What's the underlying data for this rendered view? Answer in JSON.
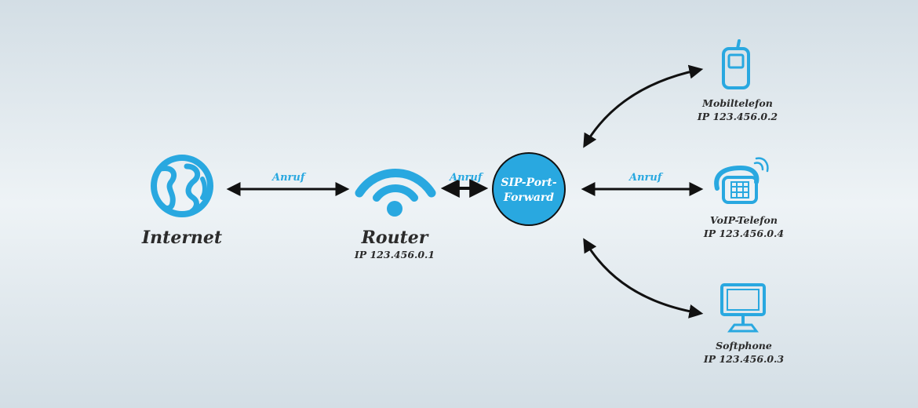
{
  "colors": {
    "accent": "#29a8e0",
    "text": "#2b2b2b",
    "arrow": "#111111"
  },
  "nodes": {
    "internet": {
      "label": "Internet",
      "icon": "globe-icon"
    },
    "router": {
      "label": "Router",
      "ip": "IP 123.456.0.1",
      "icon": "wifi-icon"
    },
    "sip": {
      "line1": "SIP-Port-",
      "line2": "Forward"
    },
    "mobile": {
      "label": "Mobiltelefon",
      "ip": "IP 123.456.0.2",
      "icon": "mobile-phone-icon"
    },
    "voip": {
      "label": "VoIP-Telefon",
      "ip": "IP 123.456.0.4",
      "icon": "desk-phone-icon"
    },
    "softphone": {
      "label": "Softphone",
      "ip": "IP 123.456.0.3",
      "icon": "monitor-icon"
    }
  },
  "edges": {
    "internet_router": "Anruf",
    "router_sip": "Anruf",
    "sip_voip": "Anruf"
  }
}
